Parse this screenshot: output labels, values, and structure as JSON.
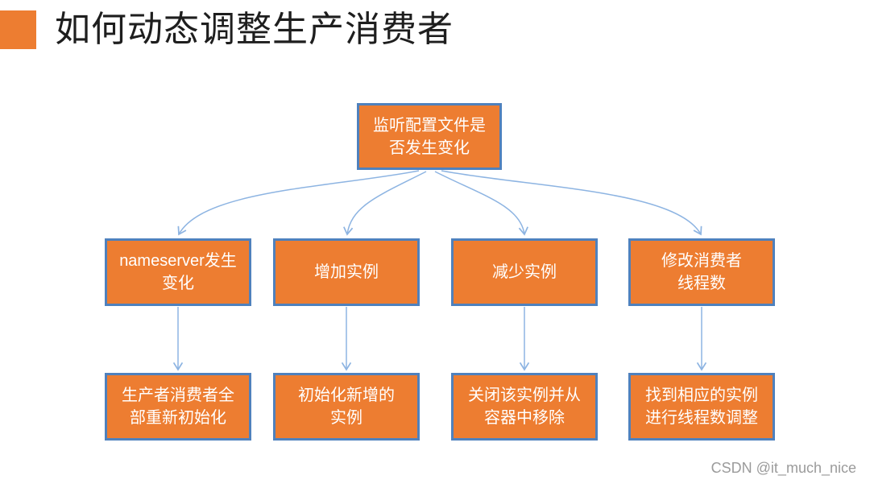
{
  "theme": {
    "background": "#FFFFFF",
    "accent": "#ED7D31",
    "box-fill": "#ED7D31",
    "box-border": "#4F81BD",
    "box-text": "#FFFFFF",
    "arrow": "#8DB4E2",
    "title-color": "#1E1E1E",
    "watermark-color": "#9B9B9B"
  },
  "header": {
    "title": "如何动态调整生产消费者"
  },
  "diagram": {
    "nodes": {
      "root": {
        "label": "监听配置文件是\n否发生变化"
      },
      "b1": {
        "label": "nameserver发生\n变化"
      },
      "b2": {
        "label": "增加实例"
      },
      "b3": {
        "label": "减少实例"
      },
      "b4": {
        "label": "修改消费者\n线程数"
      },
      "c1": {
        "label": "生产者消费者全\n部重新初始化"
      },
      "c2": {
        "label": "初始化新增的\n实例"
      },
      "c3": {
        "label": "关闭该实例并从\n容器中移除"
      },
      "c4": {
        "label": "找到相应的实例\n进行线程数调整"
      }
    },
    "edges": [
      {
        "from": "root",
        "to": "b1"
      },
      {
        "from": "root",
        "to": "b2"
      },
      {
        "from": "root",
        "to": "b3"
      },
      {
        "from": "root",
        "to": "b4"
      },
      {
        "from": "b1",
        "to": "c1"
      },
      {
        "from": "b2",
        "to": "c2"
      },
      {
        "from": "b3",
        "to": "c3"
      },
      {
        "from": "b4",
        "to": "c4"
      }
    ]
  },
  "watermark": {
    "text": "CSDN @it_much_nice"
  }
}
